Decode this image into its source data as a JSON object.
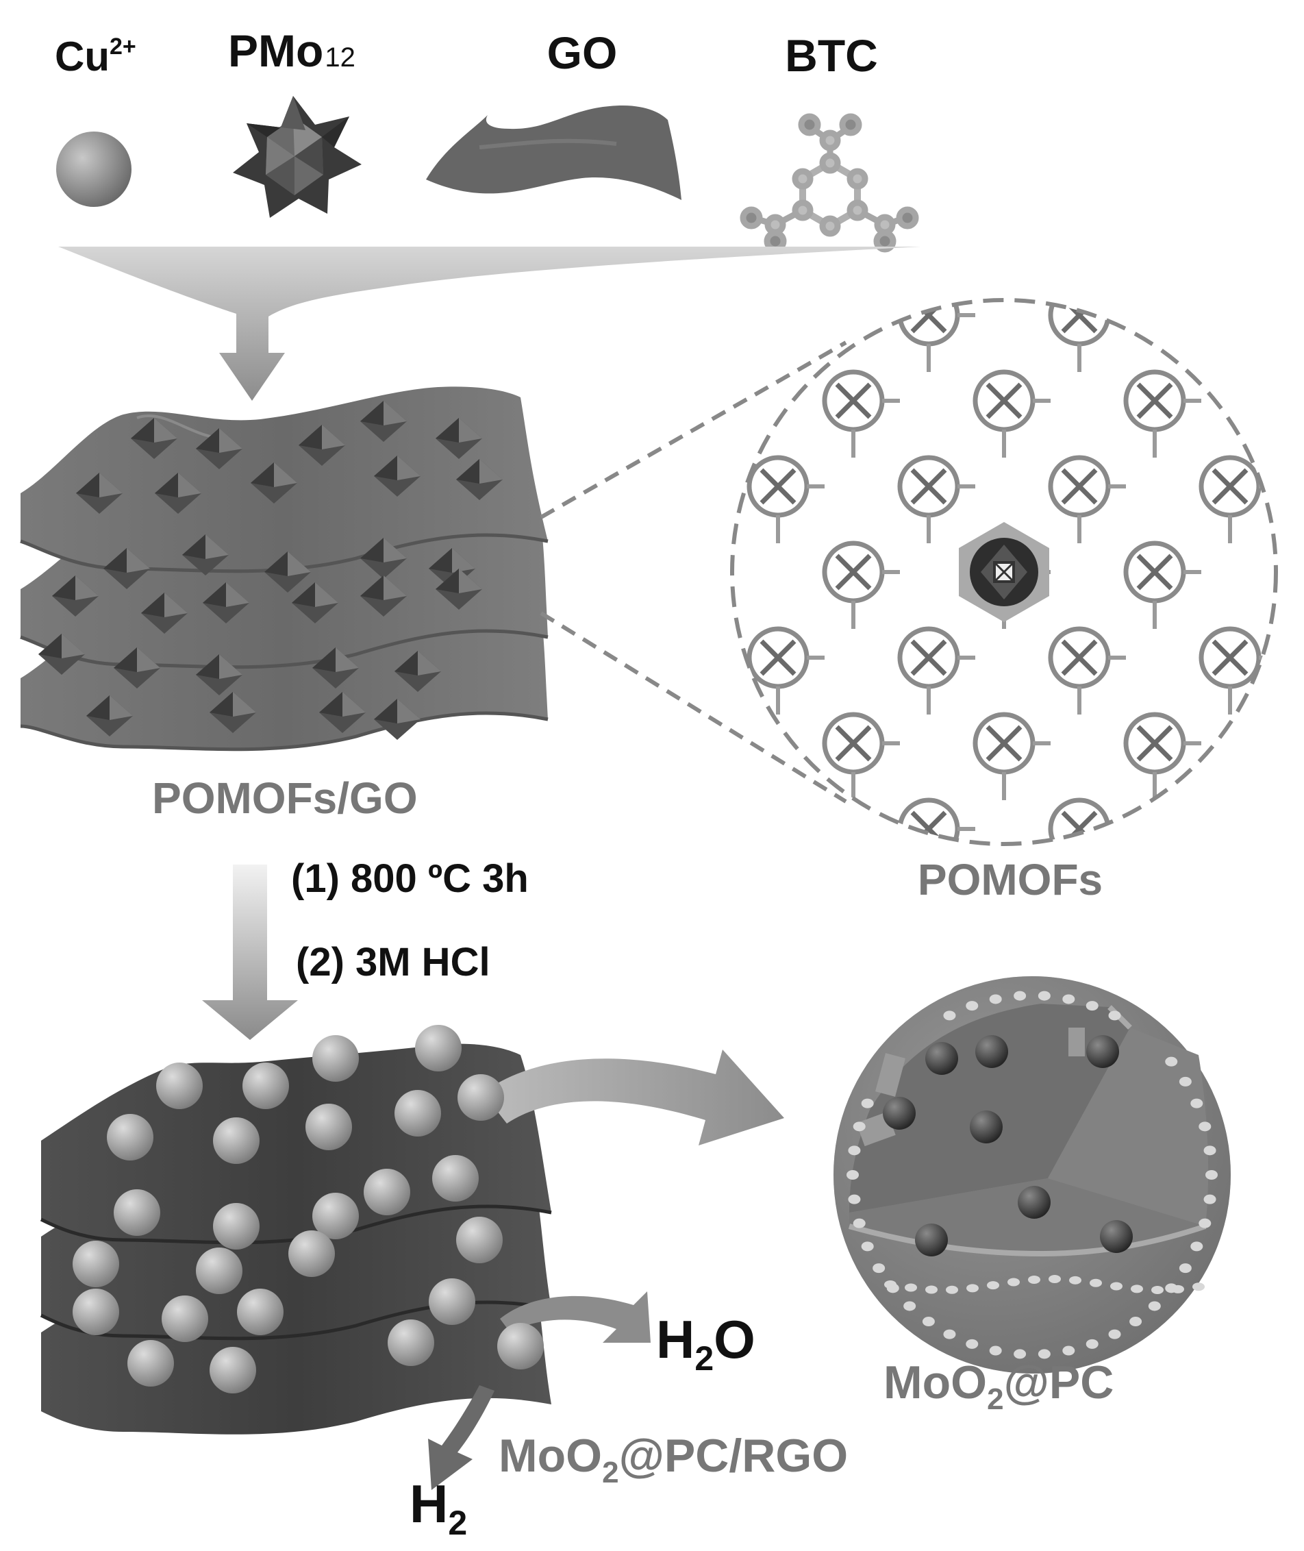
{
  "reagents": {
    "cu": {
      "base": "Cu",
      "sup": "2+"
    },
    "pmo": {
      "base": "PMo",
      "sub": "12"
    },
    "go": {
      "label": "GO"
    },
    "btc": {
      "label": "BTC"
    }
  },
  "labels": {
    "pomofs_go": "POMOFs/GO",
    "pomofs": "POMOFs",
    "step1": "(1) 800 ºC 3h",
    "step2": "(2) 3M HCl",
    "h2o": {
      "base": "H",
      "sub": "2",
      "tail": "O"
    },
    "h2": {
      "base": "H",
      "sub": "2"
    },
    "moo2_pc": {
      "base": "MoO",
      "sub": "2",
      "tail": "@PC"
    },
    "moo2_pc_rgo": {
      "base": "MoO",
      "sub": "2",
      "tail": "@PC/RGO"
    }
  },
  "colors": {
    "text_dark": "#111111",
    "text_gray": "#777777",
    "sheet_mid": "#6f6f6f",
    "sheet_dark": "#474747",
    "particle": "#a8a8a8",
    "arrow": "#9a9a9a"
  }
}
